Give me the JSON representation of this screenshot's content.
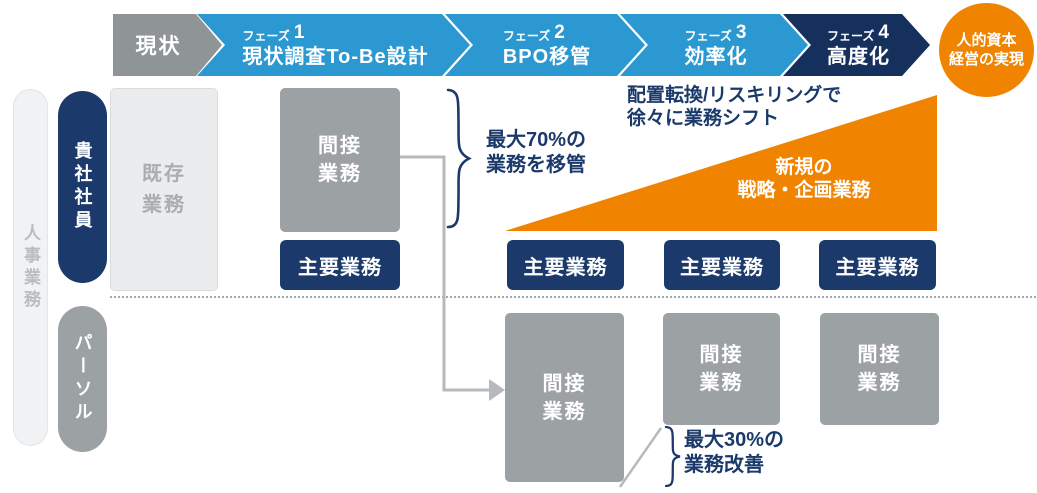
{
  "colors": {
    "phase_blue": "#2B98D2",
    "phase_navy": "#16305E",
    "box_navy": "#1B3A6B",
    "box_gray": "#9CA1A4",
    "accent_orange": "#F08300"
  },
  "header": {
    "current_label": "現状",
    "phases": [
      {
        "tag": "フェーズ",
        "num": "1",
        "label": "現状調査To-Be設計"
      },
      {
        "tag": "フェーズ",
        "num": "2",
        "label": "BPO移管"
      },
      {
        "tag": "フェーズ",
        "num": "3",
        "label": "効率化"
      },
      {
        "tag": "フェーズ",
        "num": "4",
        "label": "高度化"
      }
    ],
    "goal": {
      "line1": "人的資本",
      "line2": "経営の実現"
    }
  },
  "left_rail": {
    "domain": "人事業務",
    "company": "貴社社員",
    "vendor": "パーソル"
  },
  "company_lane": {
    "existing": {
      "line1": "既存",
      "line2": "業務"
    },
    "indirect": {
      "line1": "間接",
      "line2": "業務"
    },
    "main_boxes": [
      "主要業務",
      "主要業務",
      "主要業務",
      "主要業務"
    ],
    "transfer_note": {
      "line1": "最大70%の",
      "line2": "業務を移管"
    },
    "shift_note": {
      "line1": "配置転換/リスキリングで",
      "line2": "徐々に業務シフト"
    },
    "new_work": {
      "line1": "新規の",
      "line2": "戦略・企画業務"
    }
  },
  "vendor_lane": {
    "indirect_boxes": [
      {
        "line1": "間接",
        "line2": "業務"
      },
      {
        "line1": "間接",
        "line2": "業務"
      },
      {
        "line1": "間接",
        "line2": "業務"
      }
    ],
    "improve_note": {
      "line1": "最大30%の",
      "line2": "業務改善"
    }
  }
}
